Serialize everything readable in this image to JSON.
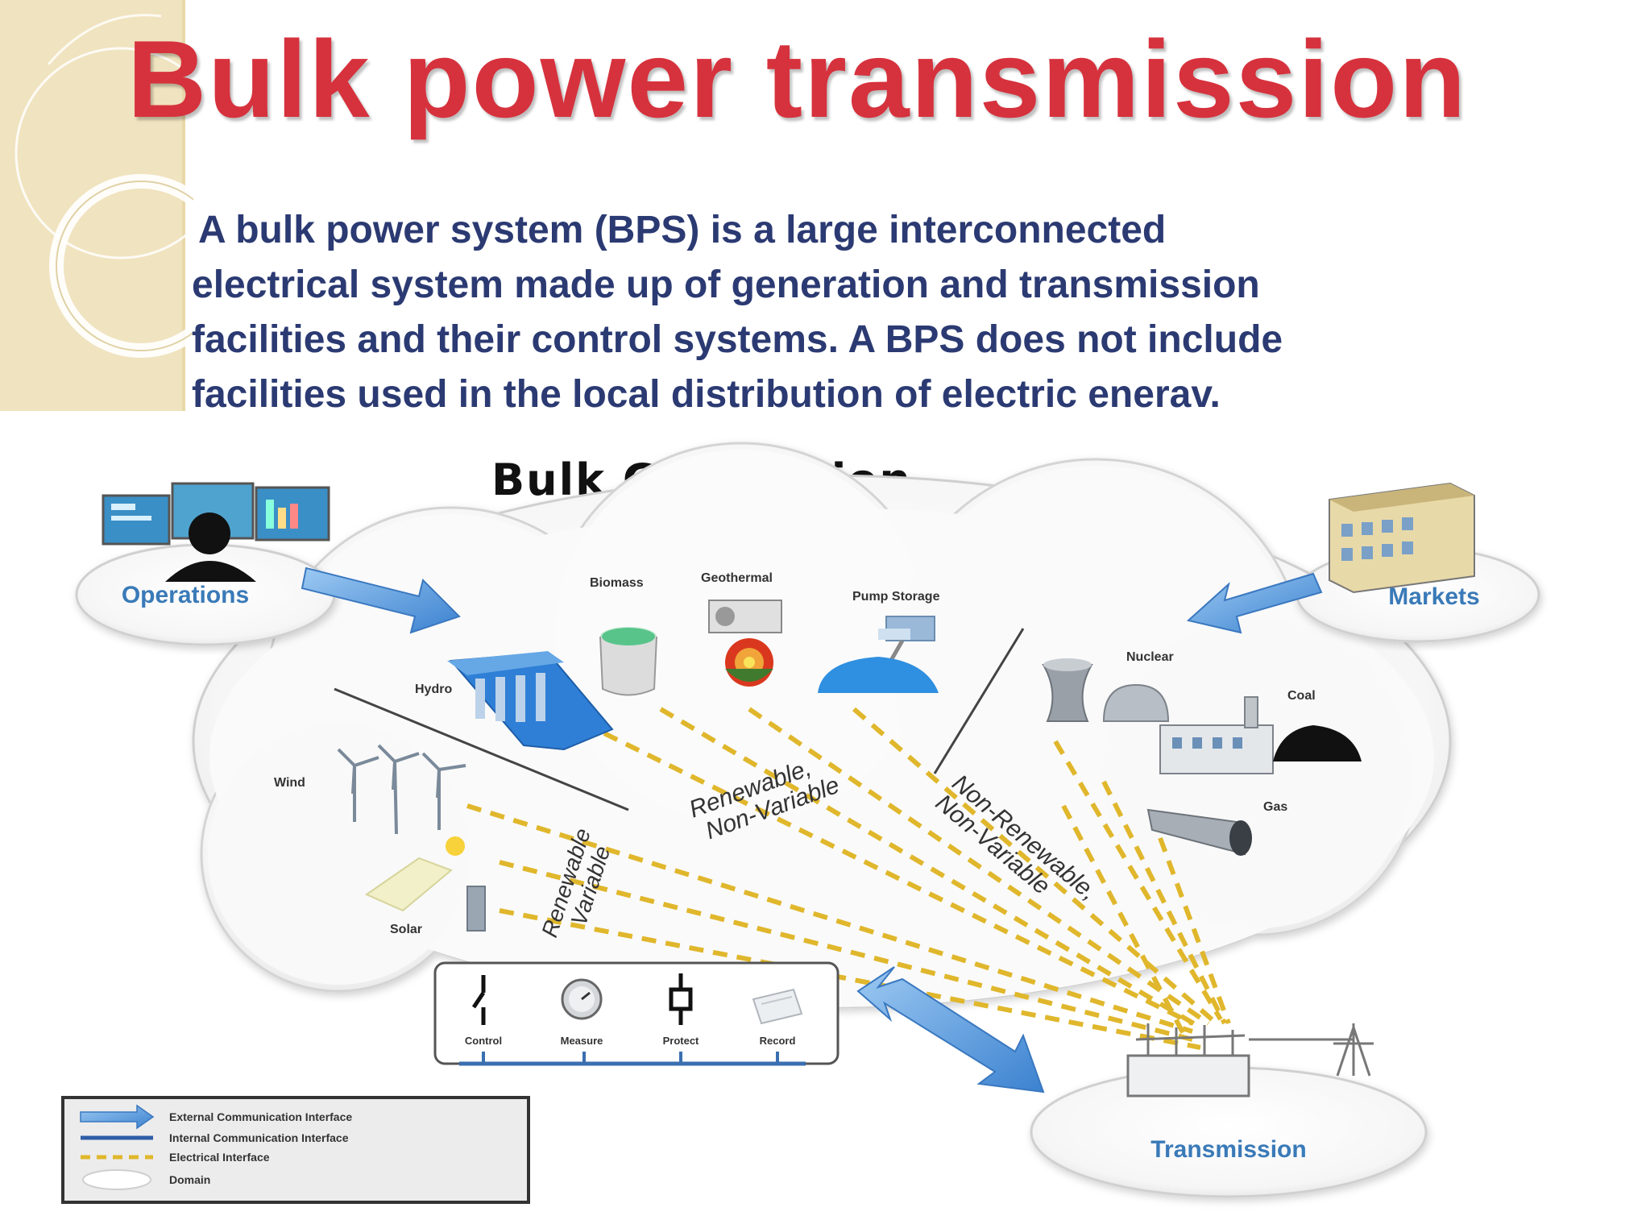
{
  "slide": {
    "title": "Bulk power transmission",
    "description_lines": [
      "A bulk power system (BPS) is a large interconnected",
      "electrical system made up of generation and transmission",
      "facilities and their control systems. A BPS does not include",
      "facilities used in the local distribution of electric enerav."
    ]
  },
  "diagram": {
    "heading": "Bulk Generation",
    "domains": {
      "operations": "Operations",
      "markets": "Markets",
      "transmission": "Transmission"
    },
    "sources": {
      "biomass": "Biomass",
      "geothermal": "Geothermal",
      "pump_storage": "Pump Storage",
      "hydro": "Hydro",
      "wind": "Wind",
      "solar": "Solar",
      "nuclear": "Nuclear",
      "coal": "Coal",
      "gas": "Gas"
    },
    "categories": {
      "renewable_non_variable_1": "Renewable,",
      "renewable_non_variable_2": "Non-Variable",
      "renewable_variable_1": "Renewable",
      "renewable_variable_2": "Variable",
      "non_renewable_1": "Non-Renewable,",
      "non_renewable_2": "Non-Variable"
    },
    "functions": {
      "control": "Control",
      "measure": "Measure",
      "protect": "Protect",
      "record": "Record"
    },
    "legend": {
      "external": "External Communication Interface",
      "internal": "Internal Communication Interface",
      "electrical": "Electrical Interface",
      "domain": "Domain"
    },
    "colors": {
      "title": "#d6323d",
      "description": "#2b3a72",
      "domain_label": "#3a7ab8",
      "arrow": "#4a8fd6",
      "electrical_dash": "#e0b72c",
      "sidebar": "#f0e3bf"
    }
  }
}
